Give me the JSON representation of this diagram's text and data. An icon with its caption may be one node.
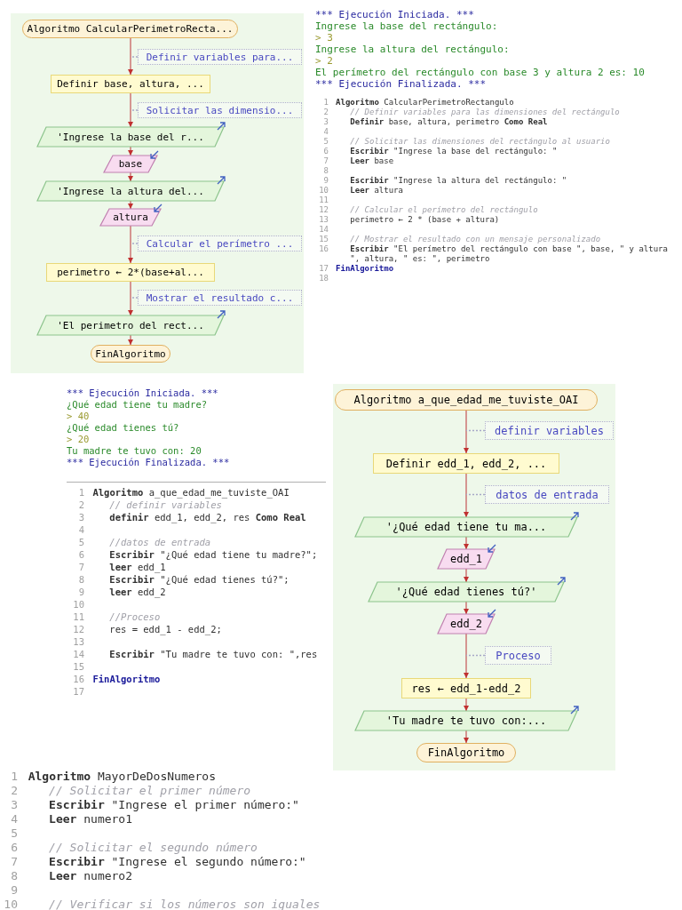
{
  "diagram": {
    "nodes": [
      {
        "text": [
          "Algoritmo CalcularPerimetroRecta..."
        ]
      },
      {
        "text": [
          "Definir variables para..."
        ]
      },
      {
        "text": [
          "Definir base, altura, ..."
        ]
      },
      {
        "text": [
          "Solicitar las dimensio..."
        ]
      },
      {
        "text": [
          "'Ingrese la base del r..."
        ]
      },
      {
        "text": [
          "base"
        ]
      },
      {
        "text": [
          "'Ingrese la altura del..."
        ]
      },
      {
        "text": [
          "altura"
        ]
      },
      {
        "text": [
          "Calcular el perímetro ..."
        ]
      },
      {
        "text": [
          "perimetro ← 2*(base+al..."
        ]
      },
      {
        "text": [
          "Mostrar el resultado c..."
        ]
      },
      {
        "text": [
          "'El perimetro del rect..."
        ]
      },
      {
        "text": [
          "FinAlgoritmo"
        ]
      },
      {
        "text": [
          "Algoritmo a_que_edad_me_tuviste_OAI"
        ]
      },
      {
        "text": [
          "definir variables"
        ]
      },
      {
        "text": [
          "Definir edd_1, edd_2, ..."
        ]
      },
      {
        "text": [
          "datos de entrada"
        ]
      },
      {
        "text": [
          "'¿Qué edad tiene tu ma..."
        ]
      },
      {
        "text": [
          "edd_1"
        ]
      },
      {
        "text": [
          "'¿Qué edad tienes tú?'"
        ]
      },
      {
        "text": [
          "edd_2"
        ]
      },
      {
        "text": [
          "Proceso"
        ]
      },
      {
        "text": [
          "res ← edd_1-edd_2"
        ]
      },
      {
        "text": [
          "'Tu madre te tuvo con:..."
        ]
      },
      {
        "text": [
          "FinAlgoritmo"
        ]
      }
    ],
    "edges": [
      {
        "from": 0,
        "to": 2,
        "arrow": "to"
      },
      {
        "from": 1,
        "to": null,
        "arrow": "none",
        "style": "dashed",
        "color": "#a8a8c8"
      },
      {
        "from": 2,
        "to": 4,
        "arrow": "to"
      },
      {
        "from": 3,
        "to": null,
        "arrow": "none",
        "style": "dashed",
        "color": "#a8a8c8"
      },
      {
        "from": 4,
        "to": 5,
        "arrow": "to"
      },
      {
        "from": 5,
        "to": 6,
        "arrow": "to"
      },
      {
        "from": 6,
        "to": 7,
        "arrow": "to"
      },
      {
        "from": 7,
        "to": 9,
        "arrow": "to"
      },
      {
        "from": 8,
        "to": null,
        "arrow": "none",
        "style": "dashed",
        "color": "#a8a8c8"
      },
      {
        "from": 9,
        "to": 11,
        "arrow": "to"
      },
      {
        "from": 10,
        "to": null,
        "arrow": "none",
        "style": "dashed",
        "color": "#a8a8c8"
      },
      {
        "from": 11,
        "to": 12,
        "arrow": "to"
      },
      {
        "from": 13,
        "to": 15,
        "arrow": "to"
      },
      {
        "from": 14,
        "to": null,
        "arrow": "none",
        "style": "dashed",
        "color": "#a8a8c8"
      },
      {
        "from": 15,
        "to": 17,
        "arrow": "to"
      },
      {
        "from": 16,
        "to": null,
        "arrow": "none",
        "style": "dashed",
        "color": "#a8a8c8"
      },
      {
        "from": 17,
        "to": 18,
        "arrow": "to"
      },
      {
        "from": 18,
        "to": 19,
        "arrow": "to"
      },
      {
        "from": 19,
        "to": 20,
        "arrow": "to"
      },
      {
        "from": 20,
        "to": 22,
        "arrow": "to"
      },
      {
        "from": 21,
        "to": null,
        "arrow": "none",
        "style": "dashed",
        "color": "#a8a8c8"
      },
      {
        "from": 22,
        "to": 23,
        "arrow": "to"
      },
      {
        "from": 23,
        "to": 24,
        "arrow": "to"
      }
    ],
    "labels": [
      "*** Ejecución Iniciada. ***",
      "Ingrese la base del rectángulo:",
      "> 3",
      "Ingrese la altura del rectángulo:",
      "> 2",
      "El perímetro del rectángulo con base 3 y altura 2 es: 10",
      "*** Ejecución Finalizada. ***",
      "1",
      "**Algoritmo** CalcularPerimetroRectangulo",
      "2",
      "// Definir variables para las dimensiones del rectángulo",
      "3",
      "**Definir** base, altura, perimetro **Como Real**",
      "4",
      "5",
      "// Solicitar las dimensiones del rectángulo al usuario",
      "6",
      "**Escribir** \"Ingrese la base del rectángulo: \"",
      "7",
      "**Leer** base",
      "8",
      "9",
      "**Escribir** \"Ingrese la altura del rectángulo: \"",
      "10",
      "**Leer** altura",
      "11",
      "12",
      "// Calcular el perímetro del rectángulo",
      "13",
      "perimetro ← 2 * (base + altura)",
      "14",
      "15",
      "// Mostrar el resultado con un mensaje personalizado",
      "16",
      "**Escribir** \"El perímetro del rectángulo con base \", base, \" y altura \", altura, \" es: \", perimetro",
      "17",
      "FinAlgoritmo",
      "18",
      "*** Ejecución Iniciada. ***",
      "¿Qué edad tiene tu madre?",
      "> 40",
      "¿Qué edad tienes tú?",
      "> 20",
      "Tu madre te tuvo con: 20",
      "*** Ejecución Finalizada. ***",
      "1",
      "**Algoritmo** a_que_edad_me_tuviste_OAI",
      "2",
      "// definir variables",
      "3",
      "**definir** edd_1, edd_2, res **Como Real**",
      "4",
      "5",
      "//datos de entrada",
      "6",
      "**Escribir** \"¿Qué edad tiene tu madre?\";",
      "7",
      "**leer** edd_1",
      "8",
      "**Escribir** \"¿Qué edad tienes tú?\";",
      "9",
      "**leer** edd_2",
      "10",
      "11",
      "//Proceso",
      "12",
      "res = edd_1 - edd_2;",
      "13",
      "14",
      "**Escribir** \"Tu madre te tuvo con: \",res",
      "15",
      "16",
      "FinAlgoritmo",
      "17",
      "1",
      "**Algoritmo** MayorDeDosNumeros",
      "2",
      "// Solicitar el primer número",
      "3",
      "**Escribir** \"Ingrese el primer número:\"",
      "4",
      "**Leer** numero1",
      "5",
      "6",
      "// Solicitar el segundo número",
      "7",
      "**Escribir** \"Ingrese el segundo número:\"",
      "8",
      "**Leer** numero2",
      "9",
      "10",
      "// Verificar si los números son iguales"
    ]
  }
}
